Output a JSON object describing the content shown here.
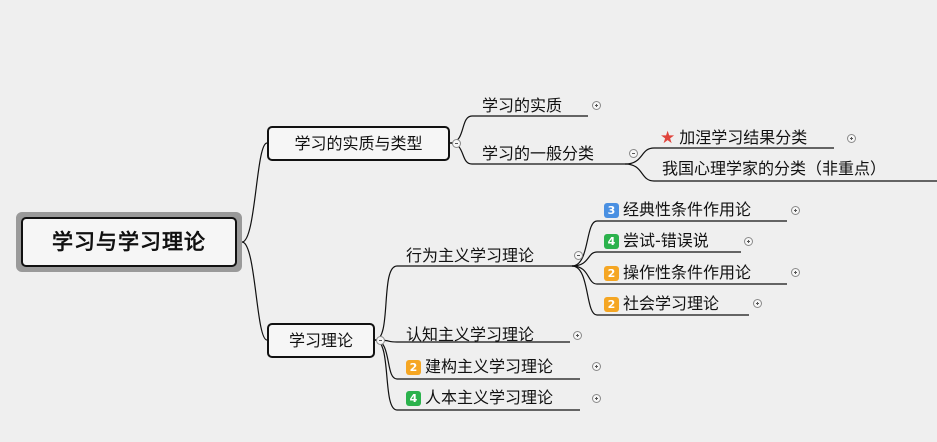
{
  "root": {
    "label": "学习与学习理论"
  },
  "branches": {
    "essence_type": {
      "label": "学习的实质与类型"
    },
    "essence": {
      "label": "学习的实质"
    },
    "general_class": {
      "label": "学习的一般分类"
    },
    "gagne": {
      "label": "加涅学习结果分类",
      "icon": "star-icon"
    },
    "domestic": {
      "label": "我国心理学家的分类（非重点）"
    },
    "theory": {
      "label": "学习理论"
    },
    "behaviorism": {
      "label": "行为主义学习理论"
    },
    "classical": {
      "label": "经典性条件作用论",
      "badge": "3"
    },
    "trial": {
      "label": "尝试-错误说",
      "badge": "4"
    },
    "operant": {
      "label": "操作性条件作用论",
      "badge": "2"
    },
    "social": {
      "label": "社会学习理论",
      "badge": "2"
    },
    "cognitivism": {
      "label": "认知主义学习理论"
    },
    "constructivism": {
      "label": "建构主义学习理论",
      "badge": "2"
    },
    "humanism": {
      "label": "人本主义学习理论",
      "badge": "4"
    }
  },
  "colors": {
    "line": "#111111",
    "badge_blue": "#4a90e2",
    "badge_green": "#2bb24c",
    "badge_orange": "#f5a623",
    "star": "#e0443c"
  }
}
